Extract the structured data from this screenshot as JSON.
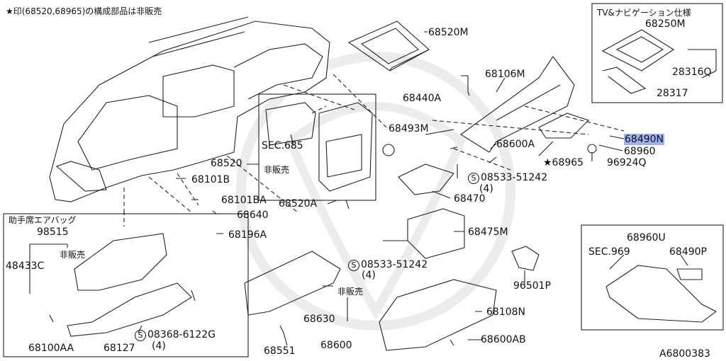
{
  "header_note": "★印(68520,68965)の構成部品は非販売",
  "diagram_code": "A6800383",
  "inset_tv": {
    "title": "TV&ナビゲーション仕様",
    "parts": [
      "68250M",
      "28316Q",
      "28317"
    ]
  },
  "inset_airbag": {
    "title": "助手席エアバッグ",
    "parts": [
      "98515",
      "非販売",
      "48433C",
      "68100AA",
      "68127",
      "08368-6122G",
      "(4)"
    ],
    "s_mark": "S"
  },
  "inset_bottom_right": {
    "parts": [
      "68960U",
      "SEC.969",
      "68490P"
    ]
  },
  "labels": {
    "p68520M": "68520M",
    "p68440A": "68440A",
    "p68106M": "68106M",
    "p68493M": "68493M",
    "p68490N": "68490N",
    "p68960": "68960",
    "p96924Q": "96924Q",
    "p68965": "★68965",
    "p68600A": "68600A",
    "sec685": "SEC.685",
    "p68520": "68520",
    "hihanbai1": "非販売",
    "p68101B": "68101B",
    "p68101BA": "68101BA",
    "p68640": "68640",
    "p68196A": "68196A",
    "p68520A": "68520A",
    "s08533_1": "08533-51242",
    "q4_1": "(4)",
    "p68470": "68470",
    "p68475M": "68475M",
    "s08533_2": "08533-51242",
    "q4_2": "(4)",
    "hihanbai2": "非販売",
    "p68630": "68630",
    "p68600": "68600",
    "p68551": "68551",
    "p96501P": "96501P",
    "p68108N": "68108N",
    "p68600AB": "68600AB",
    "s_mark": "S"
  }
}
